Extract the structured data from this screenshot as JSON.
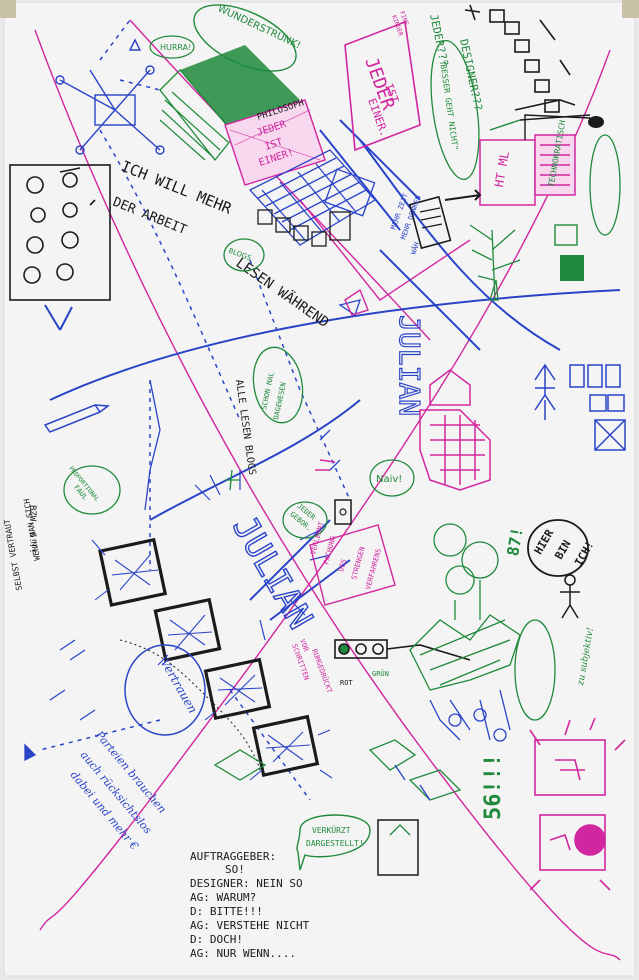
{
  "colors": {
    "paper": "#f4f4f4",
    "blue": "#2a44c8",
    "green": "#1f8a3c",
    "magenta": "#d1269f",
    "black": "#1b1b1b",
    "tape": "#c9c2a8"
  },
  "texts": {
    "wunderstrunk": "WUNDERSTRUNK!",
    "hurra": "HURRA!",
    "philosoph1": "PHILOSOPH",
    "philosoph2": "JEDER",
    "philosoph3": "IST",
    "philosoph4": "EINER!",
    "jeder_big1": "JEDER",
    "jeder_big2": "IST",
    "jeder_big3": "EINER.",
    "fine_kinder1": "FINE",
    "fine_kinder2": "KINDER",
    "designer_q": "DESIGNER???",
    "jeder_q": "JEDER???",
    "besser1": "\"BESSER GEHT NICHT\"",
    "html": "HT ML",
    "tech": "TECHNOKRATISCH",
    "ich_will1": "ICH WILL MEHR",
    "ich_will2": "DER ARBEIT",
    "lesen": "LESEN WÄHREND",
    "mehr_zeit1": "MEHR ZEIT",
    "mehr_zeit2": "MEHR DENKEN",
    "mehr_zeit3": "WÄH",
    "julian_vert": "JULIAN",
    "julian_big": "JULIAN",
    "alle_lesen": "ALLE LESEN BLOGS",
    "schon_1": "SCHON MAL",
    "schon_2": "DAGEWESEN",
    "blogs": "BLOGS",
    "proportional1": "PROPORTIONAL",
    "proportional2": "FAUL",
    "naiv": "Naiv!",
    "jeder_geb1": "JEDER",
    "jeder_geb2": "GEBOR.",
    "vertrauen_side1": "WENN MAN SICH",
    "vertrauen_side2": "SELBST VERTRAUT",
    "vertrauen_side3": "BZW. 6!!!",
    "vertrauen": "Vertrauen",
    "verlernt1": "VERLERNT",
    "verlernt2": "FACHUNG",
    "verlernt3": "DES",
    "verlernt4": "STRENGEN",
    "verlernt5": "VERFAHRENS",
    "hier1": "HIER",
    "hier2": "BIN",
    "hier3": "ICH!",
    "num87": "87!",
    "subjektiv": "zu subjektiv!",
    "sadmessage1": "Parteien brauchen",
    "sadmessage2": "auch rücksichtslos",
    "sadmessage3": "dabei und mehr €",
    "rot": "ROT",
    "gruen": "GRÜN",
    "vor_schritten1": "VOR",
    "vor_schritten2": "SCHRITTEN",
    "vor_schritten3": "RUMGEDRÜCKT",
    "num56": "56!!!",
    "verkuerzt1": "VERKÜRZT",
    "verkuerzt2": "DARGESTELLT!",
    "dialog1": "AUFTRAGGEBER:",
    "dialog2": "SO!",
    "dialog3": "DESIGNER: NEIN SO",
    "dialog4": "AG: WARUM?",
    "dialog5": "D: BITTE!!!",
    "dialog6": "AG: VERSTEHE NICHT",
    "dialog7": "D: DOCH!",
    "dialog8": "AG: NUR WENN...."
  }
}
